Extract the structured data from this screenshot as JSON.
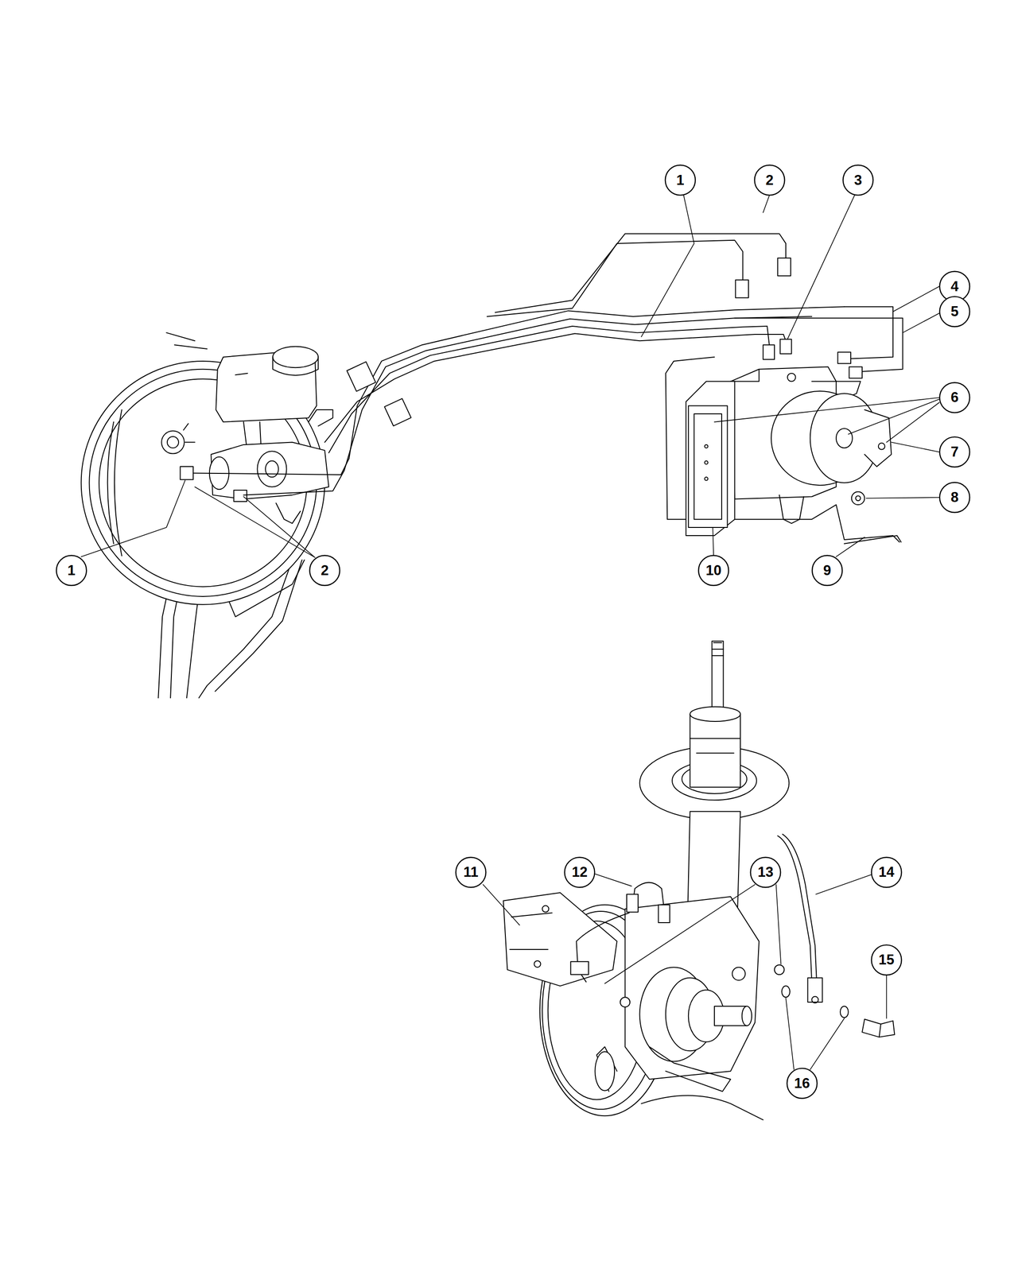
{
  "diagram": {
    "labels": [
      "1",
      "2",
      "3",
      "4",
      "5",
      "6",
      "7",
      "8",
      "1",
      "2",
      "10",
      "9",
      "11",
      "12",
      "13",
      "14",
      "15",
      "16"
    ]
  }
}
